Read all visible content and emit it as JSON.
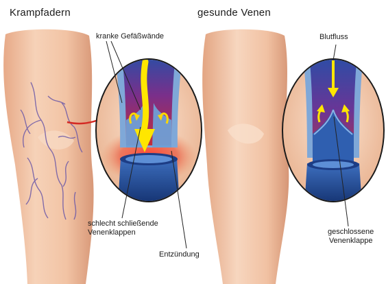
{
  "titles": {
    "left": "Krampfadern",
    "right": "gesunde Venen"
  },
  "labels": {
    "diseased_walls": "kranke Gefäßwände",
    "bad_valves_line1": "schlecht schließende",
    "bad_valves_line2": "Venenklappen",
    "inflammation": "Entzündung",
    "blood_flow": "Blutfluss",
    "closed_valve_line1": "geschlossene",
    "closed_valve_line2": "Venenklappe"
  },
  "colors": {
    "skin": "#f2c4a6",
    "skin_shadow": "#dea283",
    "vein_vessel": "#3c6fb4",
    "inflammation": "#e0302a",
    "flow_arrow": "#ffe600"
  }
}
